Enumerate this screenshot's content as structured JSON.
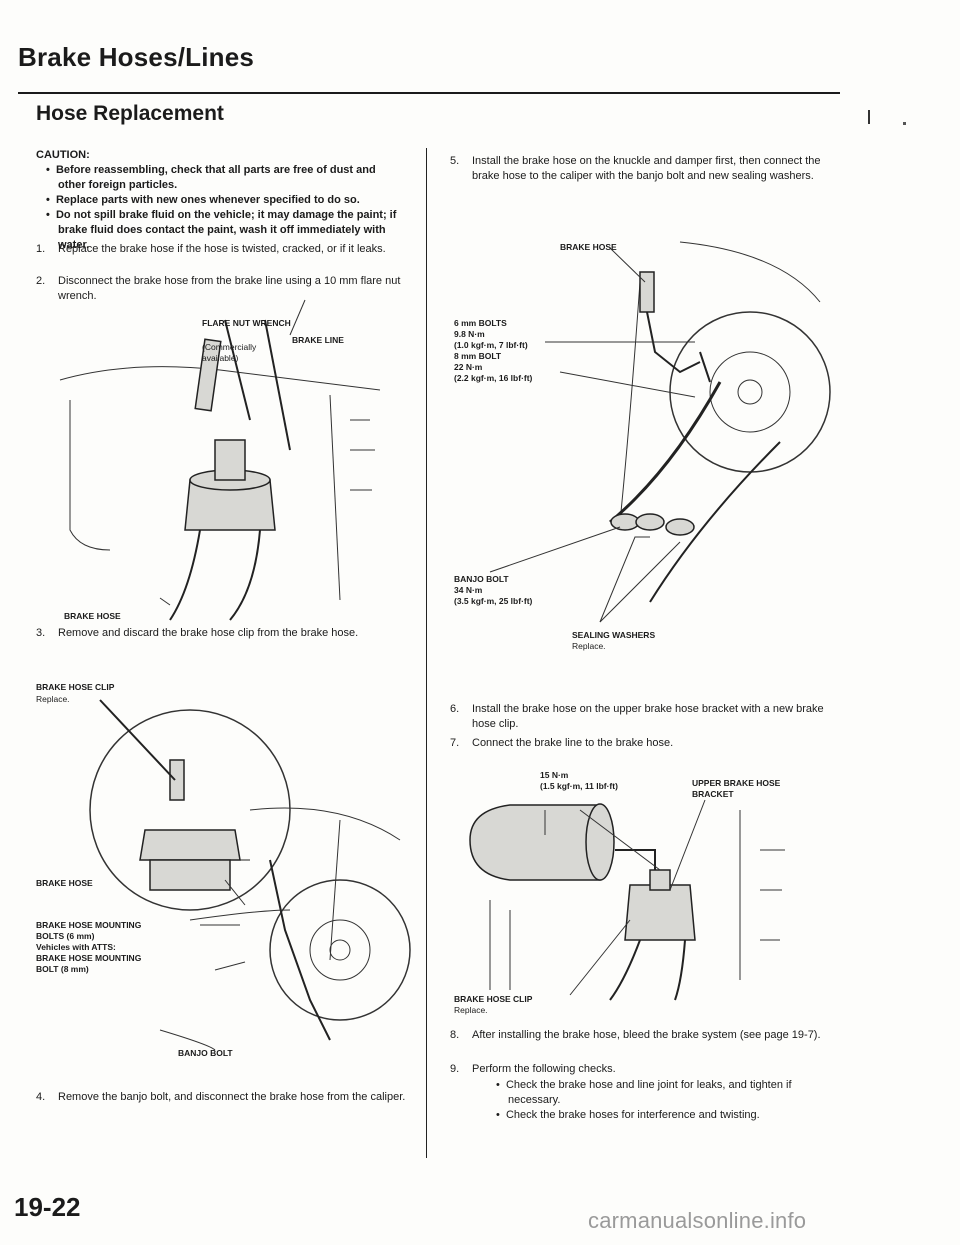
{
  "page": {
    "title": "Brake Hoses/Lines",
    "section": "Hose Replacement",
    "page_number": "19-22",
    "watermark": "carmanualsonline.info"
  },
  "left": {
    "caution_head": "CAUTION:",
    "cautions": [
      "Before reassembling, check that all parts are free of dust and other foreign particles.",
      "Replace parts with new ones whenever specified to do so.",
      "Do not spill brake fluid on the vehicle; it may damage the paint; if brake fluid does contact the paint, wash it off immediately with water."
    ],
    "step1_num": "1.",
    "step1": "Replace the brake hose if the hose is twisted, cracked, or if it leaks.",
    "step2_num": "2.",
    "step2": "Disconnect the brake hose from the brake line using a 10 mm flare nut wrench.",
    "fig1": {
      "flare_nut_wrench": "FLARE NUT WRENCH",
      "commercially": "(Commercially available)",
      "brake_line": "BRAKE LINE",
      "brake_hose": "BRAKE HOSE"
    },
    "step3_num": "3.",
    "step3": "Remove and discard the brake hose clip from the brake hose.",
    "fig2": {
      "clip": "BRAKE HOSE CLIP",
      "replace": "Replace.",
      "brake_hose": "BRAKE HOSE",
      "mounting1": "BRAKE HOSE MOUNTING",
      "mounting2": "BOLTS (6 mm)",
      "vehicles": "Vehicles with ATTS:",
      "mounting3": "BRAKE HOSE MOUNTING",
      "mounting4": "BOLT (8 mm)",
      "banjo": "BANJO BOLT"
    },
    "step4_num": "4.",
    "step4": "Remove the banjo bolt, and disconnect the brake hose from the caliper."
  },
  "right": {
    "step5_num": "5.",
    "step5": "Install the brake hose on the knuckle and damper first, then connect the brake hose to the caliper with the banjo bolt and new sealing washers.",
    "fig3": {
      "brake_hose": "BRAKE HOSE",
      "bolts6": "6 mm BOLTS",
      "bolts6_t1": "9.8 N·m",
      "bolts6_t2": "(1.0 kgf·m, 7 lbf·ft)",
      "bolt8": "8 mm BOLT",
      "bolt8_t1": "22 N·m",
      "bolt8_t2": "(2.2 kgf·m, 16 lbf·ft)",
      "banjo": "BANJO BOLT",
      "banjo_t1": "34 N·m",
      "banjo_t2": "(3.5 kgf·m, 25 lbf·ft)",
      "washers": "SEALING WASHERS",
      "replace": "Replace."
    },
    "step6_num": "6.",
    "step6": "Install the brake hose on the upper brake hose bracket with a new brake hose clip.",
    "step7_num": "7.",
    "step7": "Connect the brake line to the brake hose.",
    "fig4": {
      "torque1": "15 N·m",
      "torque2": "(1.5 kgf·m, 11 lbf·ft)",
      "upper1": "UPPER BRAKE HOSE",
      "upper2": "BRACKET",
      "clip": "BRAKE HOSE CLIP",
      "replace": "Replace."
    },
    "step8_num": "8.",
    "step8": "After installing the brake hose, bleed the brake system (see page 19-7).",
    "step9_num": "9.",
    "step9": "Perform the following checks.",
    "checks": [
      "Check the brake hose and line joint for leaks, and tighten if necessary.",
      "Check the brake hoses for interference and twisting."
    ]
  }
}
